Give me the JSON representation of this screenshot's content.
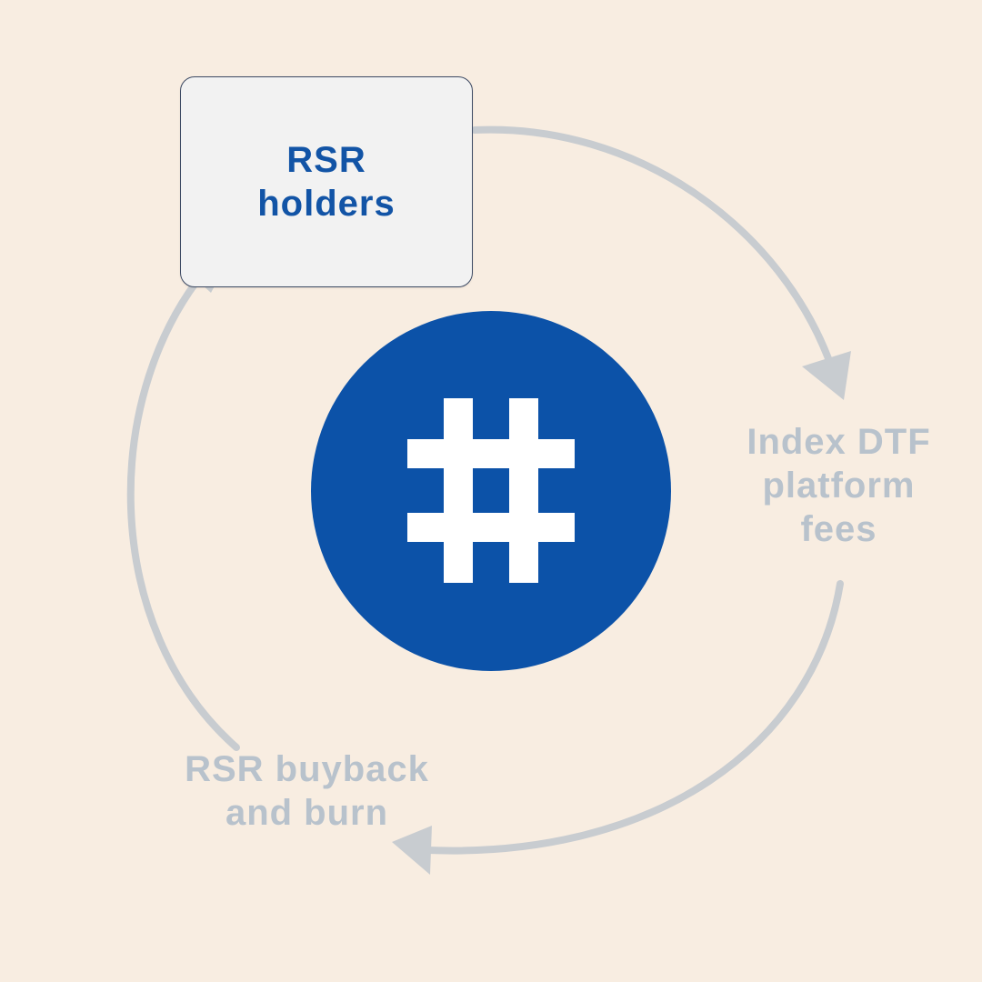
{
  "diagram": {
    "nodes": {
      "holders": {
        "lines": [
          "RSR",
          "holders"
        ]
      },
      "fees": {
        "lines": [
          "Index DTF",
          "platform",
          "fees"
        ]
      },
      "buyback": {
        "lines": [
          "RSR buyback",
          "and burn"
        ]
      }
    },
    "center_logo": {
      "icon": "hash-icon"
    },
    "colors": {
      "background": "#f8ede1",
      "brand_blue": "#0c52a8",
      "card_background": "#f2f2f2",
      "muted_label": "#b8c2cc",
      "arrow": "#c8ccd0"
    }
  }
}
